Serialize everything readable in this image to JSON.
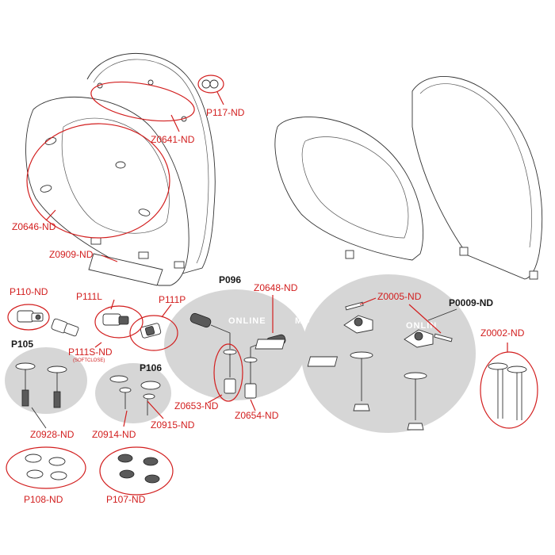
{
  "labels": {
    "p117": "P117-ND",
    "z0641": "Z0641-ND",
    "z0646": "Z0646-ND",
    "z0909": "Z0909-ND",
    "p110": "P110-ND",
    "p111l": "P111L",
    "p111p": "P111P",
    "p111s": "P111S-ND",
    "softclose": "(SOFTCLOSE)",
    "p105": "P105",
    "p106": "P106",
    "z0928": "Z0928-ND",
    "z0914": "Z0914-ND",
    "z0915": "Z0915-ND",
    "p108": "P108-ND",
    "p107": "P107-ND",
    "p096": "P096",
    "z0648": "Z0648-ND",
    "z0653": "Z0653-ND",
    "z0654": "Z0654-ND",
    "z0005": "Z0005-ND",
    "p0009": "P0009-ND",
    "z0002": "Z0002-ND"
  },
  "watermark": {
    "text1": "ONLINE",
    "text2": "MO",
    "text3": "ONLIN"
  },
  "colors": {
    "callout": "#d21e1e",
    "group_bg": "#d6d6d6",
    "line": "#333333"
  }
}
